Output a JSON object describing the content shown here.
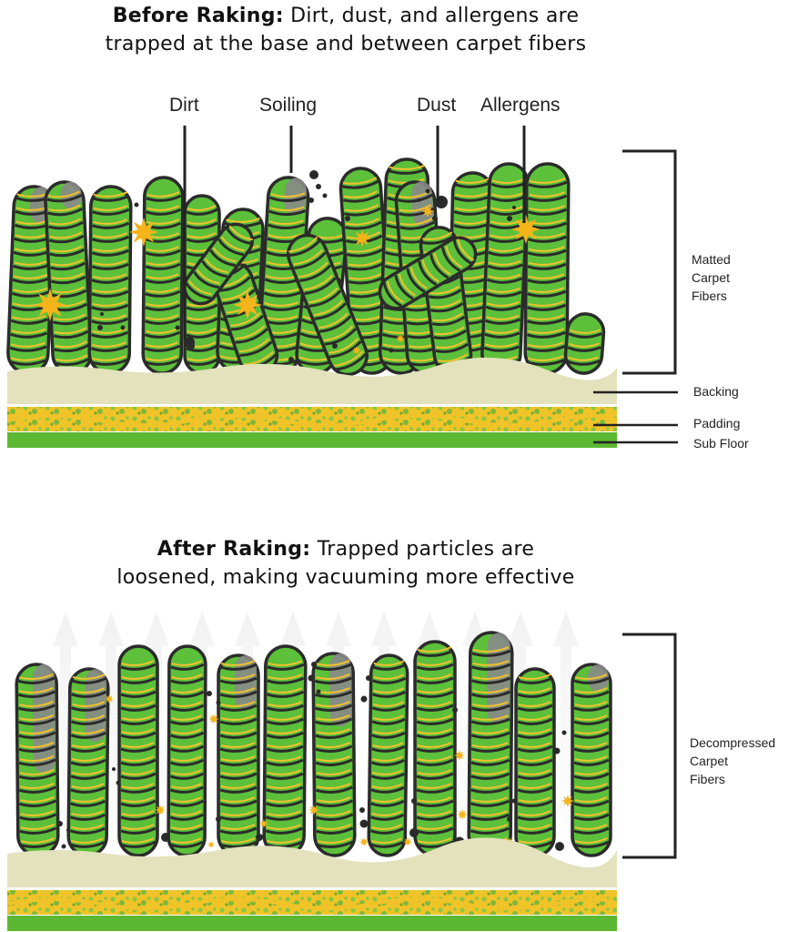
{
  "before": {
    "title_bold": "Before Raking:",
    "title_line1_rest": " Dirt, dust, and allergens are",
    "title_line2": "trapped at the base and between carpet fibers",
    "labels": {
      "dirt": "Dirt",
      "soiling": "Soiling",
      "dust": "Dust",
      "allergens": "Allergens"
    },
    "bracket_label": "Matted\nCarpet\nFibers"
  },
  "layers": {
    "backing": "Backing",
    "padding": "Padding",
    "subfloor": "Sub Floor"
  },
  "after": {
    "title_bold": "After Raking:",
    "title_line1_rest": " Trapped particles are",
    "title_line2": "loosened, making vacuuming more effective",
    "bracket_label": "Decompressed\nCarpet\nFibers"
  },
  "colors": {
    "fiber_green": "#5cc03a",
    "fiber_stripe": "#f2c12e",
    "outline": "#2b2b2b",
    "soil_gray": "#8a8a8a",
    "backing": "#e3e2bd",
    "padding_yellow": "#f0c428",
    "padding_green": "#8cc63f",
    "subfloor": "#5cb832",
    "allergen": "#f4b41a"
  }
}
